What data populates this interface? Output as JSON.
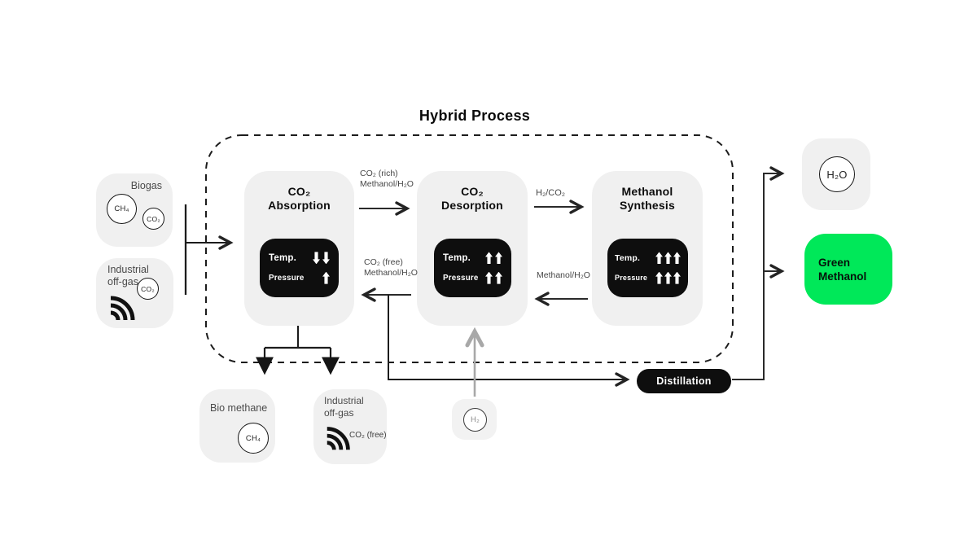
{
  "title": "Hybrid Process",
  "colors": {
    "accent_green": "#00e859",
    "box_gray": "#f0f0f0",
    "ink_black": "#0e0e0e",
    "label_gray": "#4a4a4a",
    "arrow_gray": "#a8a8a8"
  },
  "inputs": {
    "biogas": {
      "label": "Biogas",
      "chips": [
        {
          "label": "CH₄"
        },
        {
          "label": "CO₂"
        }
      ]
    },
    "industrial_offgas": {
      "label_line1": "Industrial",
      "label_line2": "off-gas",
      "chip": "CO₂"
    }
  },
  "process": {
    "absorption": {
      "title_line1": "CO₂",
      "title_line2": "Absorption",
      "temp_label": "Temp.",
      "temp_arrows": "down,down",
      "pressure_label": "Pressure",
      "pressure_arrows": "up"
    },
    "desorption": {
      "title_line1": "CO₂",
      "title_line2": "Desorption",
      "temp_label": "Temp.",
      "temp_arrows": "up,up",
      "pressure_label": "Pressure",
      "pressure_arrows": "up,up"
    },
    "synthesis": {
      "title_line1": "Methanol",
      "title_line2": "Synthesis",
      "temp_label": "Temp.",
      "temp_arrows": "up,up,up",
      "pressure_label": "Pressure",
      "pressure_arrows": "up,up,up"
    }
  },
  "streams": {
    "rich": {
      "line1": "CO₂ (rich)",
      "line2": "Methanol/H₂O"
    },
    "h2_co2": "H₂/CO₂",
    "free": {
      "line1": "CO₂ (free)",
      "line2": "Methanol/H₂O"
    },
    "methanol_return": "Methanol/H₂O"
  },
  "bottom": {
    "bio_methane": {
      "label": "Bio methane",
      "chip": "CH₄"
    },
    "industrial_offgas_free": {
      "label_line1": "Industrial",
      "label_line2": "off-gas",
      "chip_label": "CO₂ (free)"
    },
    "h2_feed": {
      "chip": "H₂"
    },
    "distillation": {
      "label": "Distillation"
    }
  },
  "outputs": {
    "h2o": {
      "chip": "H₂O"
    },
    "green_methanol": {
      "label_line1": "Green",
      "label_line2": "Methanol"
    }
  }
}
